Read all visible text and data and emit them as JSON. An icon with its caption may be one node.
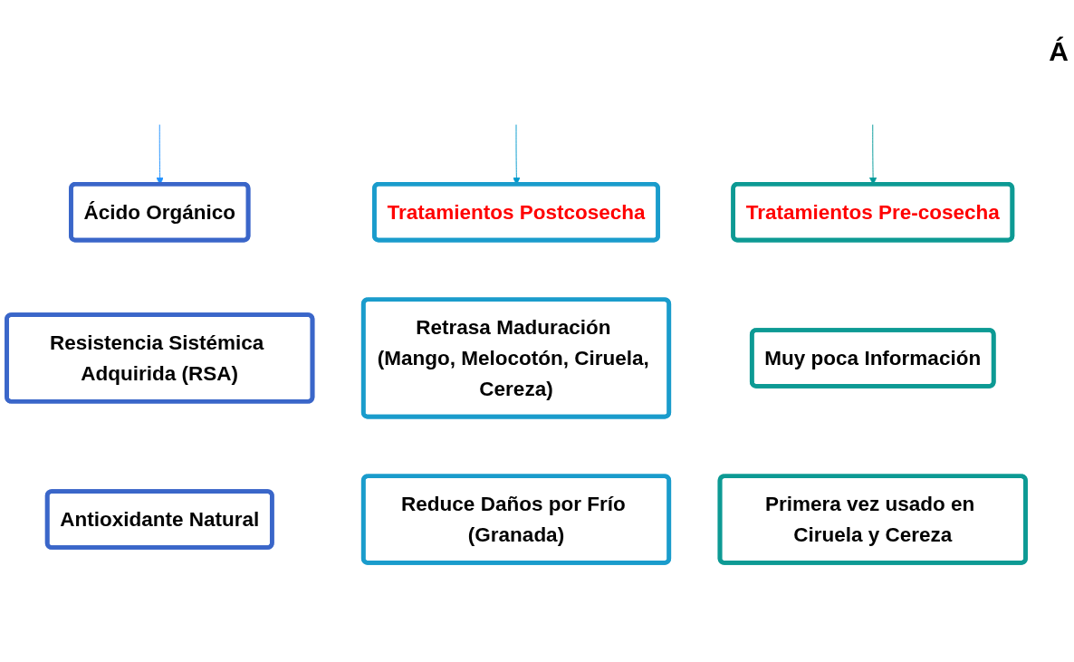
{
  "diagram": {
    "nodes": [
      {
        "text": [
          "Ácido Orgánico"
        ]
      },
      {
        "text": [
          "Resistencia Sistémica Adquirida (RSA)"
        ]
      },
      {
        "text": [
          "Antioxidante Natural"
        ]
      },
      {
        "text": [
          "Tratamientos Postcosecha"
        ]
      },
      {
        "text": [
          "Retrasa Maduración (Mango, Melocotón, Ciruela, Cereza)"
        ]
      },
      {
        "text": [
          "Reduce Daños por Frío (Granada)"
        ]
      },
      {
        "text": [
          "Tratamientos Pre-cosecha"
        ]
      },
      {
        "text": [
          "Muy poca Información"
        ]
      },
      {
        "text": [
          "Primera vez usado en Ciruela y Cereza"
        ]
      }
    ],
    "edges": [
      {
        "from": null,
        "to": 0,
        "arrow": "to",
        "color": "#1e90ff"
      },
      {
        "from": null,
        "to": 3,
        "arrow": "to",
        "color": "#0099cc"
      },
      {
        "from": null,
        "to": 6,
        "arrow": "to",
        "color": "#009999"
      }
    ],
    "labels": [
      "Á"
    ]
  }
}
